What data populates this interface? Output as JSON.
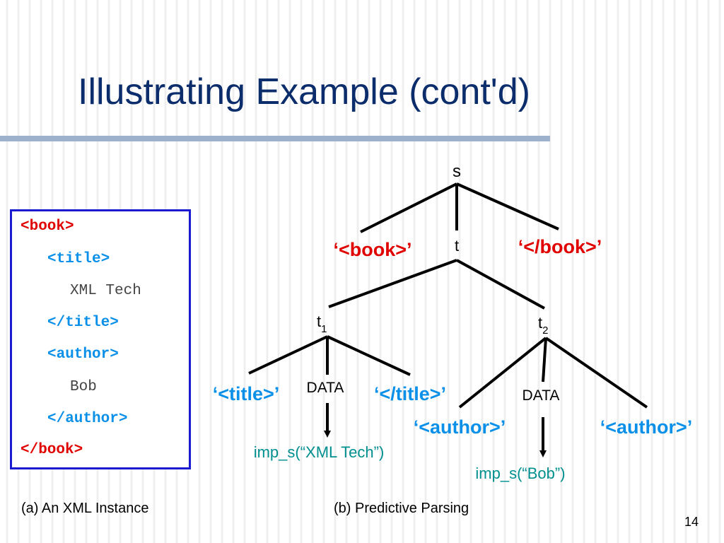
{
  "slide": {
    "title": "Illustrating Example (cont'd)",
    "page_number": "14"
  },
  "xml_instance": {
    "lines": [
      {
        "text": "<book>",
        "style": "tag-red",
        "indent": 0
      },
      {
        "text": "<title>",
        "style": "tag-blue",
        "indent": 1
      },
      {
        "text": "XML Tech",
        "style": "text-gray",
        "indent": 2
      },
      {
        "text": "</title>",
        "style": "tag-blue",
        "indent": 1
      },
      {
        "text": "<author>",
        "style": "tag-blue",
        "indent": 1
      },
      {
        "text": "Bob",
        "style": "text-gray",
        "indent": 2
      },
      {
        "text": "</author>",
        "style": "tag-blue",
        "indent": 1
      },
      {
        "text": "</book>",
        "style": "tag-red",
        "indent": 0
      }
    ],
    "caption": "(a) An XML Instance"
  },
  "parse_tree": {
    "caption": "(b) Predictive Parsing",
    "nodes": {
      "s": "s",
      "t": "t",
      "t1": "t",
      "t1_sub": "1",
      "t2": "t",
      "t2_sub": "2",
      "book_open": "‘<book>’",
      "book_close": "‘</book>’",
      "title_open": "‘<title>’",
      "title_data": "DATA",
      "title_close": "‘</title>’",
      "author_open": "‘<author>’",
      "author_data": "DATA",
      "author_close": "‘<author>’",
      "imp_xml": "imp_s(“XML Tech”)",
      "imp_bob": "imp_s(“Bob”)"
    }
  },
  "colors": {
    "title": "#0c2d6b",
    "red": "#e00000",
    "blue": "#0a90e8",
    "teal": "#008f8f",
    "box_border": "#1a1ad0"
  }
}
